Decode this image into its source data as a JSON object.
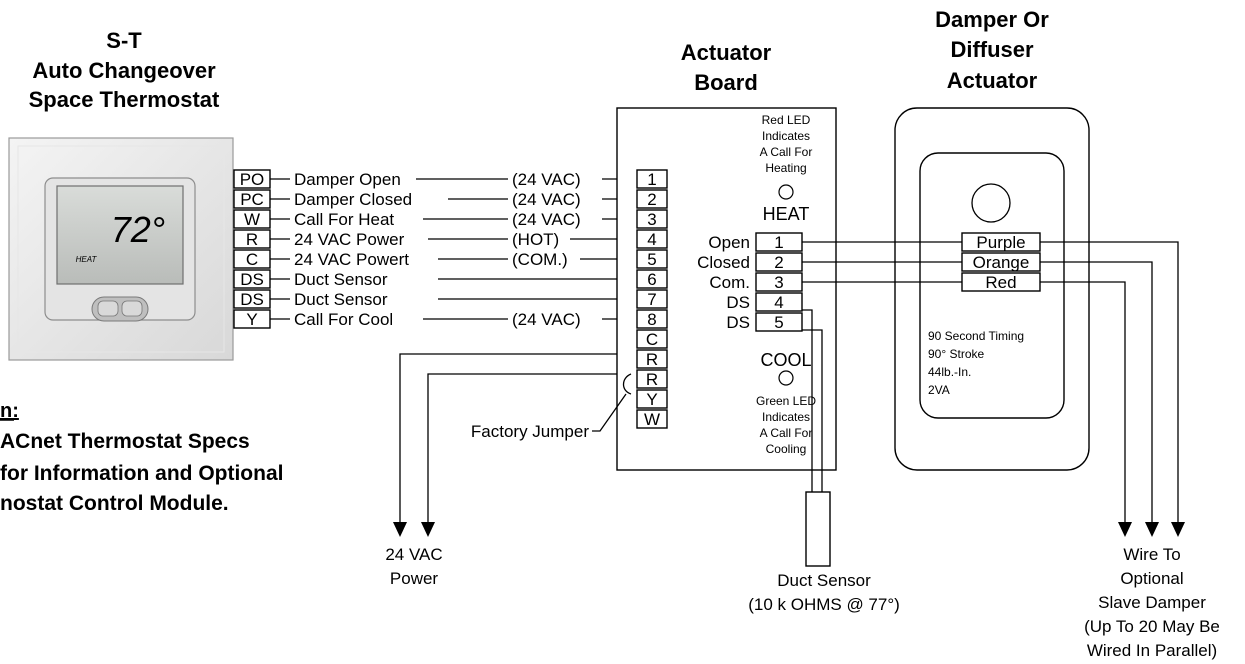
{
  "thermostat": {
    "title_lines": [
      "S-T",
      "Auto Changeover",
      "Space Thermostat"
    ],
    "display_temp": "72°",
    "display_mode": "HEAT",
    "terminals": [
      "PO",
      "PC",
      "W",
      "R",
      "C",
      "DS",
      "DS",
      "Y"
    ]
  },
  "wires": [
    {
      "label": "Damper Open",
      "spec": "(24 VAC)"
    },
    {
      "label": "Damper Closed",
      "spec": "(24 VAC)"
    },
    {
      "label": "Call For Heat",
      "spec": "(24 VAC)"
    },
    {
      "label": "24 VAC Power",
      "spec": "(HOT)"
    },
    {
      "label": "24 VAC Powert",
      "spec": "(COM.)"
    },
    {
      "label": "Duct Sensor",
      "spec": ""
    },
    {
      "label": "Duct Sensor",
      "spec": ""
    },
    {
      "label": "Call For Cool",
      "spec": "(24 VAC)"
    }
  ],
  "note": {
    "heading_fragment": "n:",
    "lines": [
      "ACnet Thermostat Specs",
      "for Information and Optional",
      "nostat Control Module."
    ]
  },
  "actuator_board": {
    "title_lines": [
      "Actuator",
      "Board"
    ],
    "left_terminals": [
      "1",
      "2",
      "3",
      "4",
      "5",
      "6",
      "7",
      "8",
      "C",
      "R",
      "R",
      "Y",
      "W"
    ],
    "heat_led_text": [
      "Red LED",
      "Indicates",
      "A Call For",
      "Heating"
    ],
    "heat_label": "HEAT",
    "right_terminals": [
      {
        "name": "Open",
        "num": "1"
      },
      {
        "name": "Closed",
        "num": "2"
      },
      {
        "name": "Com.",
        "num": "3"
      },
      {
        "name": "DS",
        "num": "4"
      },
      {
        "name": "DS",
        "num": "5"
      }
    ],
    "cool_label": "COOL",
    "cool_led_text": [
      "Green LED",
      "Indicates",
      "A Call For",
      "Cooling"
    ],
    "factory_jumper": "Factory Jumper"
  },
  "damper_actuator": {
    "title_lines": [
      "Damper Or",
      "Diffuser",
      "Actuator"
    ],
    "wires": [
      "Purple",
      "Orange",
      "Red"
    ],
    "specs": [
      "90 Second Timing",
      "90° Stroke",
      "44lb.-In.",
      "2VA"
    ]
  },
  "power_label": [
    "24 VAC",
    "Power"
  ],
  "duct_sensor_label": [
    "Duct Sensor",
    "(10 k OHMS @ 77°)"
  ],
  "slave_label": [
    "Wire To",
    "Optional",
    "Slave Damper",
    "(Up To 20 May Be",
    "Wired In Parallel)"
  ]
}
